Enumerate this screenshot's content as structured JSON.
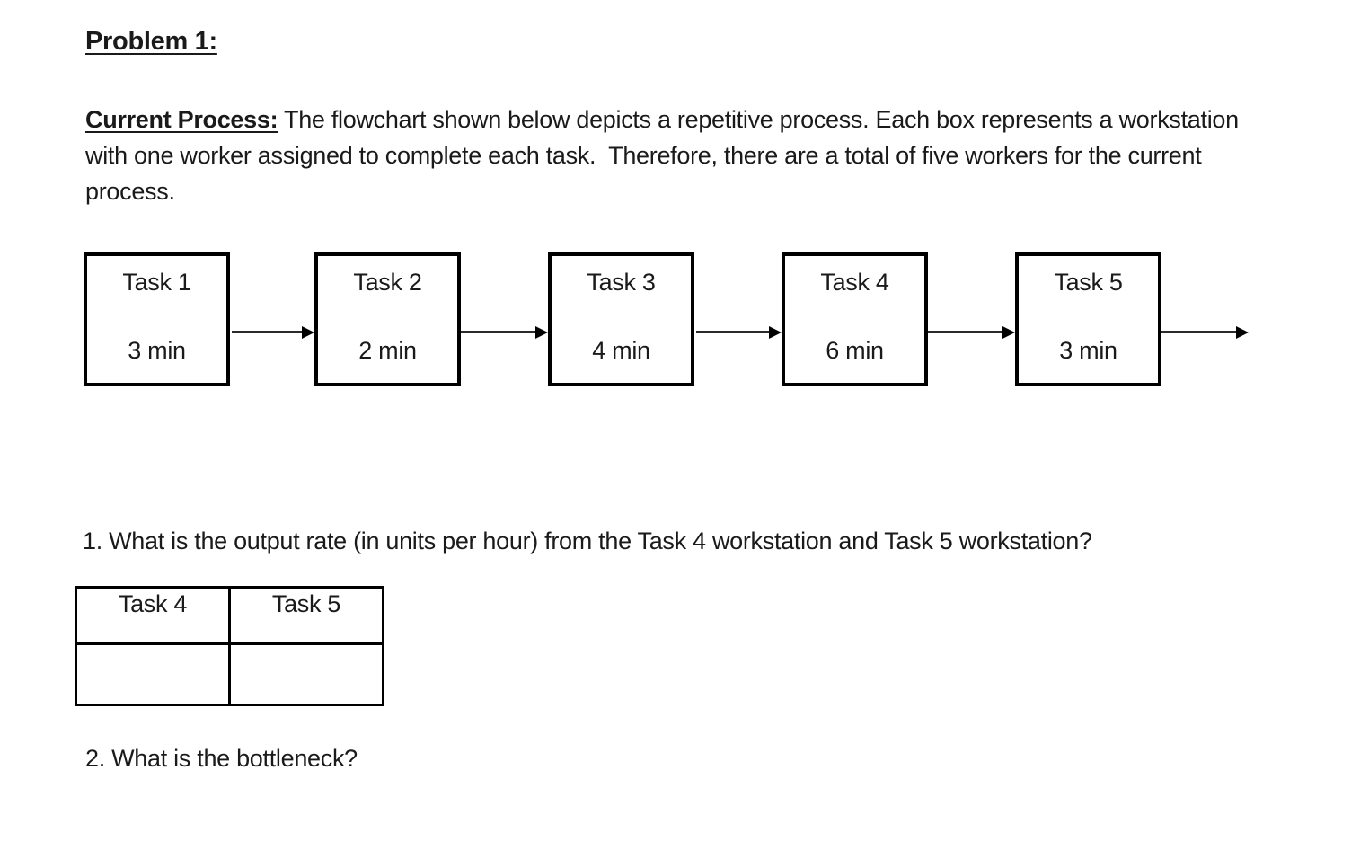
{
  "document": {
    "title": "Problem 1:",
    "intro": {
      "label": "Current Process:",
      "line1": " The flowchart shown below depicts a repetitive process. Each box represents a workstation",
      "line2": "with one worker assigned to complete each task.  Therefore, there are a total of five workers for the current",
      "line3": "process."
    },
    "questions": [
      "1. What is the output rate (in units per hour) from the Task 4 workstation and Task 5 workstation?",
      "2. What is the bottleneck?"
    ]
  },
  "flowchart": {
    "tasks": [
      {
        "name": "Task 1",
        "duration": "3 min"
      },
      {
        "name": "Task 2",
        "duration": "2 min"
      },
      {
        "name": "Task 3",
        "duration": "4 min"
      },
      {
        "name": "Task 4",
        "duration": "6 min"
      },
      {
        "name": "Task 5",
        "duration": "3 min"
      }
    ]
  },
  "answer_table": {
    "headers": [
      "Task 4",
      "Task 5"
    ],
    "rows": [
      [
        "",
        ""
      ]
    ]
  },
  "colors": {
    "background": "#ffffff",
    "text": "#1a1a1a",
    "box_border": "#000000",
    "arrow_line": "#757575",
    "arrow_head": "#000000"
  }
}
